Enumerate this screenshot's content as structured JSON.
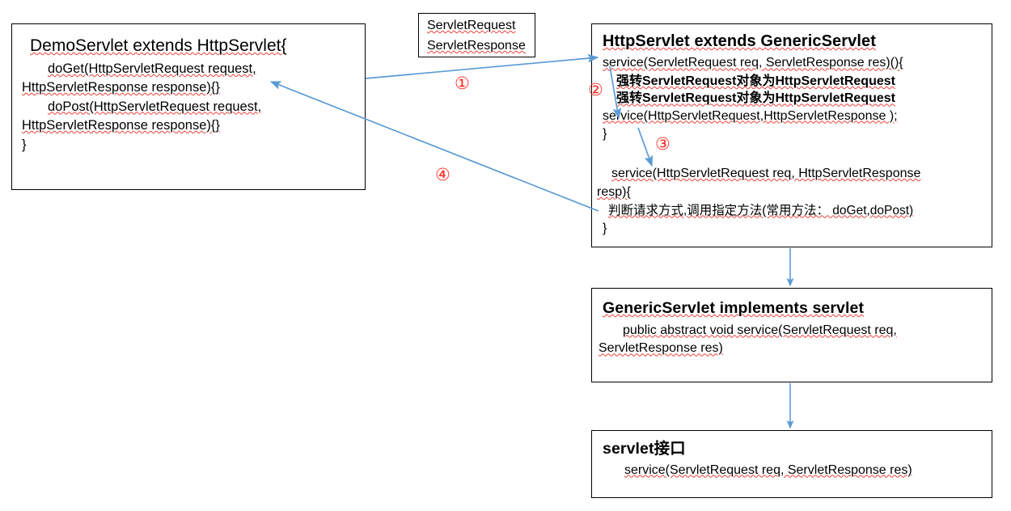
{
  "diagram": {
    "title": "Servlet inheritance and service() dispatch flow",
    "accent_arrow_color": "#5b9bd5",
    "marker_color": "#ff2a21",
    "box_border_color": "#000000",
    "spellcheck_underline_color": "#e8413a"
  },
  "demo_servlet_box": {
    "title": "DemoServlet  extends HttpServlet{",
    "lines": [
      "doGet(HttpServletRequest request,",
      "HttpServletResponse response){}",
      "doPost(HttpServletRequest request,",
      "HttpServletResponse response){}",
      "}"
    ]
  },
  "request_response_box": {
    "lines": [
      "ServletRequest",
      "ServletResponse"
    ]
  },
  "http_servlet_box": {
    "title": "HttpServlet extends GenericServlet",
    "service_signature": "service(ServletRequest req, ServletResponse res)(){",
    "cast_line_1": "强转ServletRequest对象为HttpServletRequest",
    "cast_line_2": "强转ServletRequest对象为HttpServletRequest",
    "inner_call": "service(HttpServletRequest,HttpServletResponse );",
    "close_brace_1": "}",
    "overload_signature_part1": "service(HttpServletRequest req, HttpServletResponse",
    "overload_signature_part2": "resp){",
    "overload_note": "判断请求方式,调用指定方法(常用方法： doGet,doPost)",
    "close_brace_2": "}"
  },
  "generic_servlet_box": {
    "title": "GenericServlet  implements  servlet",
    "lines": [
      "public abstract void service(ServletRequest req,",
      "ServletResponse res)"
    ]
  },
  "servlet_interface_box": {
    "title": "servlet接口",
    "lines": [
      "service(ServletRequest req, ServletResponse res)"
    ]
  },
  "markers": {
    "one": "①",
    "two": "②",
    "three": "③",
    "four": "④"
  }
}
